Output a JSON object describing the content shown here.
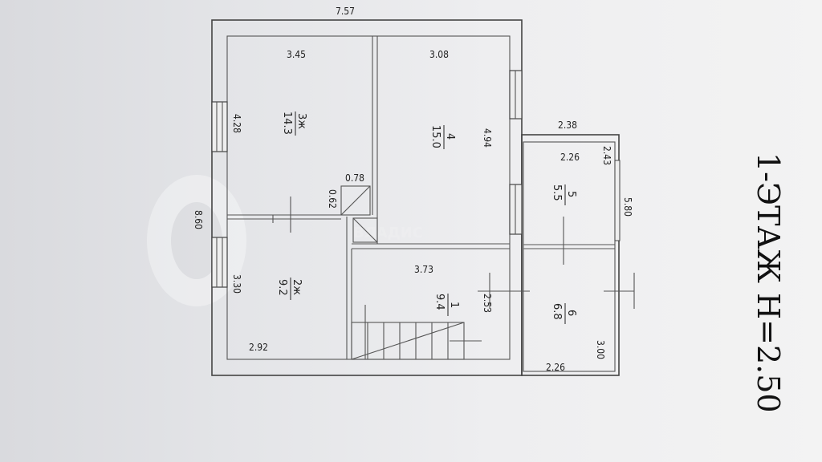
{
  "title": "1-ЭТАЖ Н=2.50",
  "watermark": "АВИТО",
  "watermark_text": "ВЛАДИС",
  "overall": {
    "width": "7.57",
    "depth": "8.60"
  },
  "rooms": [
    {
      "num": "3ж",
      "area": "14.3",
      "w": "3.45",
      "d": "4.28"
    },
    {
      "num": "4",
      "area": "15.0",
      "w": "3.08",
      "d": "4.94"
    },
    {
      "num": "2ж",
      "area": "9.2",
      "w": "2.92",
      "d": "3.30"
    },
    {
      "num": "1",
      "area": "9.4",
      "w": "3.73",
      "d": "2.53"
    },
    {
      "num": "5",
      "area": "5.5",
      "w": "2.26",
      "d": "2.43"
    },
    {
      "num": "6",
      "area": "6.8",
      "w": "2.26",
      "d": "3.00"
    }
  ],
  "small": {
    "w": "0.78",
    "d": "0.62"
  },
  "annex": {
    "width": "2.38",
    "depth": "5.80"
  }
}
